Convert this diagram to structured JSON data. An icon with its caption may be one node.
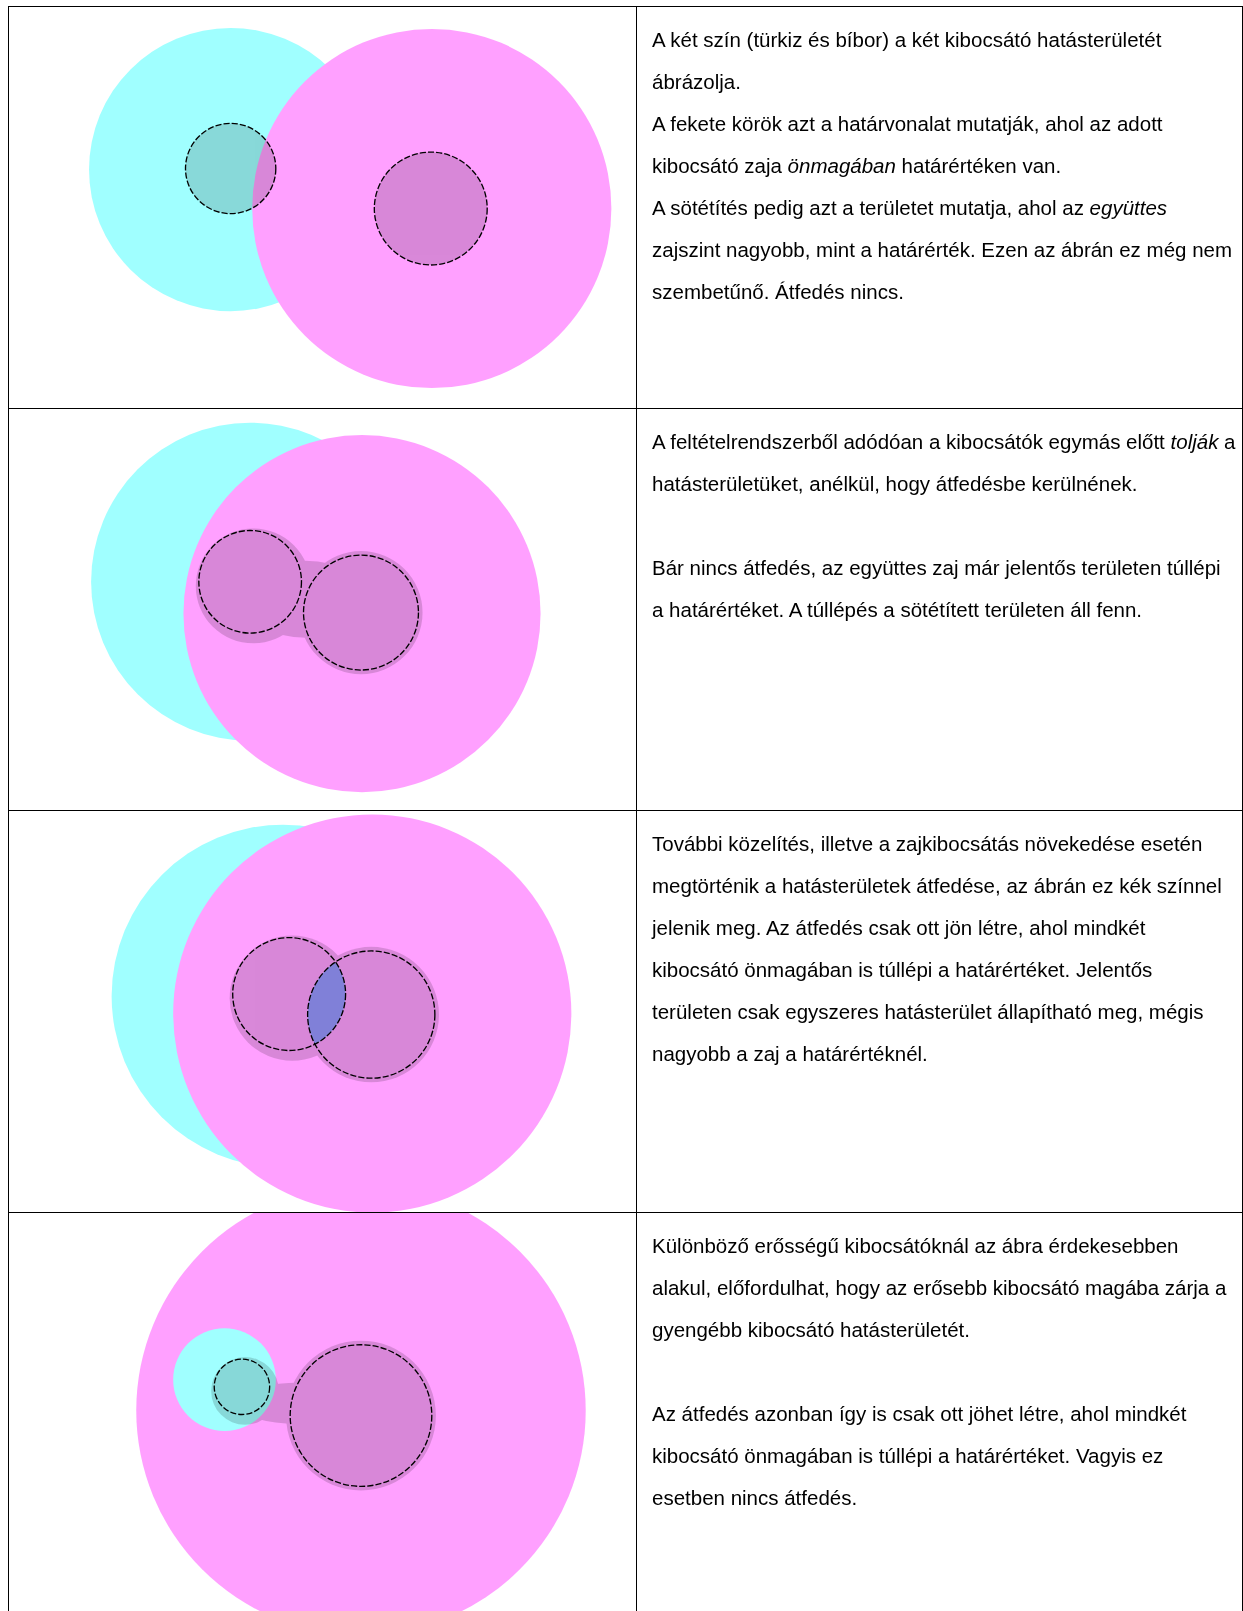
{
  "diagram": {
    "labels": [
      "A két szín (türkiz és bíbor) a két kibocsátó hatásterületét ábrázolja.",
      "A fekete körök azt a határvonalat mutatják, ahol az adott kibocsátó zaja *önmagában* határértéken van.",
      "A sötétítés pedig azt a területet mutatja, ahol az *együttes* zajszint nagyobb, mint a határérték. Ezen az ábrán ez még nem szembetűnő. Átfedés nincs.",
      "A feltételrendszerből adódóan a kibocsátók egymás előtt *tolják* a hatásterületüket, anélkül, hogy átfedésbe kerülnének.",
      "Bár nincs átfedés, az együttes zaj már jelentős területen túllépi a határértéket. A túllépés a sötétített területen áll fenn.",
      "További közelítés, illetve a zajkibocsátás növekedése esetén megtörténik a hatásterületek átfedése, az ábrán ez kék színnel jelenik meg. Az átfedés csak ott jön létre, ahol mindkét kibocsátó önmagában is túllépi a határértéket. Jelentős területen csak egyszeres hatásterület állapítható meg, mégis nagyobb a zaj a határértéknél.",
      "Különböző erősségű kibocsátóknál az ábra érdekesebben alakul, előfordulhat, hogy az erősebb kibocsátó magába zárja a gyengébb kibocsátó hatásterületét.",
      "Az átfedés azonban így is csak ott jöhet létre, ahol mindkét kibocsátó önmagában is túllépi a határértéket. Vagyis ez esetben nincs átfedés."
    ]
  }
}
